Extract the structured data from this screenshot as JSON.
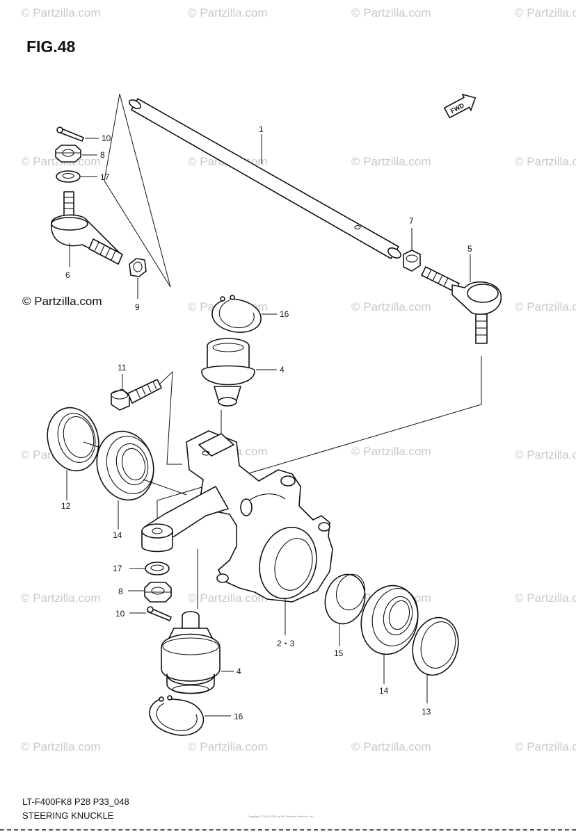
{
  "figure": {
    "title": "FIG.48",
    "model_code": "LT-F400FK8 P28 P33_048",
    "subtitle": "STEERING KNUCKLE",
    "partzilla_link": "© Partzilla.com",
    "tiny_copyright": "Copyright © 2004-2018 by ARI Network Services, Inc.",
    "fwd_label": "FWD"
  },
  "watermark": {
    "text": "© Partzilla.com"
  },
  "callouts": [
    {
      "id": "c1",
      "label": "1"
    },
    {
      "id": "c10a",
      "label": "10"
    },
    {
      "id": "c8a",
      "label": "8"
    },
    {
      "id": "c17a",
      "label": "17"
    },
    {
      "id": "c6",
      "label": "6"
    },
    {
      "id": "c9",
      "label": "9"
    },
    {
      "id": "c7",
      "label": "7"
    },
    {
      "id": "c5",
      "label": "5"
    },
    {
      "id": "c16a",
      "label": "16"
    },
    {
      "id": "c11",
      "label": "11"
    },
    {
      "id": "c4a",
      "label": "4"
    },
    {
      "id": "c12",
      "label": "12"
    },
    {
      "id": "c14a",
      "label": "14"
    },
    {
      "id": "c17b",
      "label": "17"
    },
    {
      "id": "c8b",
      "label": "8"
    },
    {
      "id": "c10b",
      "label": "10"
    },
    {
      "id": "c23",
      "label": "2・3"
    },
    {
      "id": "c15",
      "label": "15"
    },
    {
      "id": "c14b",
      "label": "14"
    },
    {
      "id": "c13",
      "label": "13"
    },
    {
      "id": "c4b",
      "label": "4"
    },
    {
      "id": "c16b",
      "label": "16"
    }
  ]
}
